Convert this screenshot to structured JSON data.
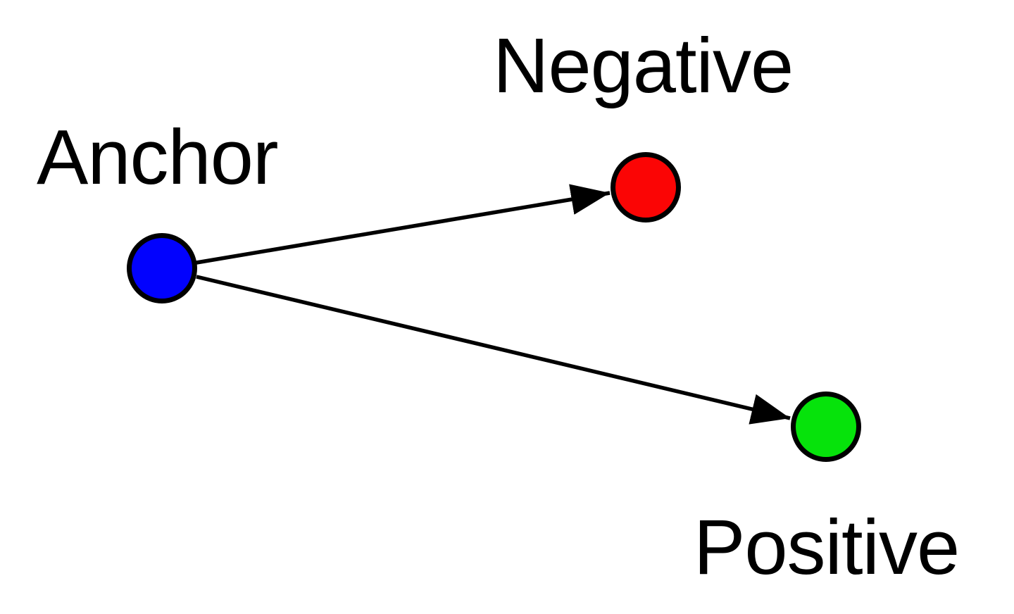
{
  "diagram": {
    "background": "#ffffff",
    "stroke_color": "#000000",
    "nodes": [
      {
        "id": "anchor",
        "label": "Anchor",
        "color": "#0202fe",
        "shape": "circle"
      },
      {
        "id": "negative",
        "label": "Negative",
        "color": "#fb0505",
        "shape": "circle"
      },
      {
        "id": "positive",
        "label": "Positive",
        "color": "#06e30b",
        "shape": "circle"
      }
    ],
    "edges": [
      {
        "from": "anchor",
        "to": "negative",
        "arrow": true
      },
      {
        "from": "anchor",
        "to": "positive",
        "arrow": true
      }
    ]
  }
}
